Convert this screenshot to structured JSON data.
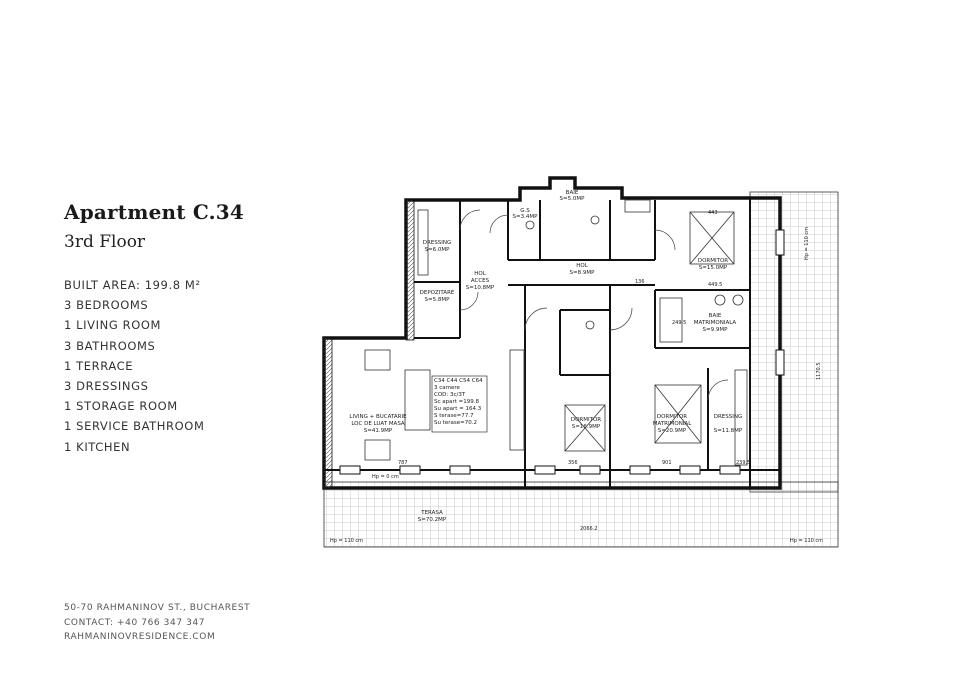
{
  "title": "Apartment C.34",
  "subtitle": "3rd Floor",
  "features": [
    "BUILT AREA: 199.8 m²",
    "3 BEDROOMS",
    "1 LIVING ROOM",
    "3 BATHROOMS",
    "1 TERRACE",
    "3 DRESSINGS",
    "1 STORAGE ROOM",
    "1 SERVICE BATHROOM",
    "1 KITCHEN"
  ],
  "footer": {
    "address": "50-70 RAHMANINOV ST., BUCHAREST",
    "contact": "CONTACT: +40 766 347 347",
    "website": "RAHMANINOVRESIDENCE.COM"
  },
  "plan": {
    "rooms": {
      "dressing1": [
        "DRESSING",
        "S=6.0MP"
      ],
      "hol_acces": [
        "HOL",
        "ACCES",
        "S=10.8MP"
      ],
      "depozitare": [
        "DEPOZITARE",
        "S=5.8MP"
      ],
      "gs": [
        "G.S",
        "S=3.4MP"
      ],
      "baie": [
        "BAIE",
        "S=5.0MP"
      ],
      "hol": [
        "HOL",
        "S=8.9MP"
      ],
      "dormitor1": [
        "DORMITOR",
        "S=15.0MP"
      ],
      "baie_matrimoniala": [
        "BAIE",
        "MATRIMONIALA",
        "S=9.9MP"
      ],
      "living": [
        "LIVING + BUCATARIE",
        "LOC DE LUAT MASA",
        "S=41.9MP"
      ],
      "dormitor2": [
        "DORMITOR",
        "S=16.9MP"
      ],
      "dormitor_matrimonial": [
        "DORMITOR",
        "MATRIMONIAL",
        "S=20.9MP"
      ],
      "dressing2": [
        "DRESSING",
        "S=11.8MP"
      ],
      "terasa": [
        "TERASA",
        "S=70.2MP"
      ]
    },
    "info_box": [
      "C34 C44 C54 C64",
      "3 camere",
      "COD: 3c/3T",
      "Sc apart =199.8",
      "Su apart = 164.3",
      "S terase=77.7",
      "Su terase=70.2"
    ],
    "level_labels": {
      "hp0": "Hp = 0 cm",
      "hp110_left": "Hp = 110 cm",
      "hp110_right": "Hp = 110 cm",
      "hp110_vertical": "Hp = 110 cm"
    },
    "dimensions": {
      "d1": "787",
      "d2": "356",
      "d3": "901",
      "d4": "239.5",
      "d5": "2066.2",
      "d6": "443",
      "d7": "136",
      "d8": "249.5",
      "d9": "449.5",
      "d10": "1170.5"
    }
  }
}
